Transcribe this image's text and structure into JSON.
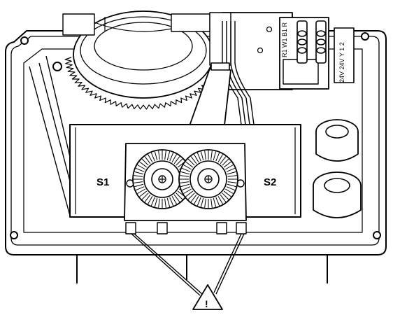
{
  "diagram": {
    "switch_left_label": "S1",
    "switch_right_label": "S2",
    "warning_symbol": "!",
    "terminal_labels": {
      "top": "R1 W1 B1 R",
      "right": "24V 24V Y 1 2"
    },
    "colors": {
      "line": "#000000",
      "fill": "#ffffff"
    }
  }
}
